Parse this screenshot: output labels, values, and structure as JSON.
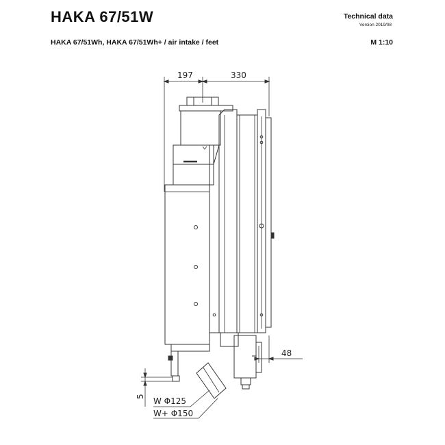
{
  "header": {
    "title": "HAKA 67/51W",
    "subtitle": "HAKA 67/51Wh, HAKA 67/51Wh+ / air intake / feet",
    "doc_type": "Technical data",
    "version": "Version 2019/08",
    "scale": "M 1:10"
  },
  "dimensions": {
    "d197": "197",
    "d330": "330",
    "d48": "48",
    "d5": "5",
    "w_diameter": "W  Φ125",
    "wplus_diameter": "W+ Φ150"
  }
}
